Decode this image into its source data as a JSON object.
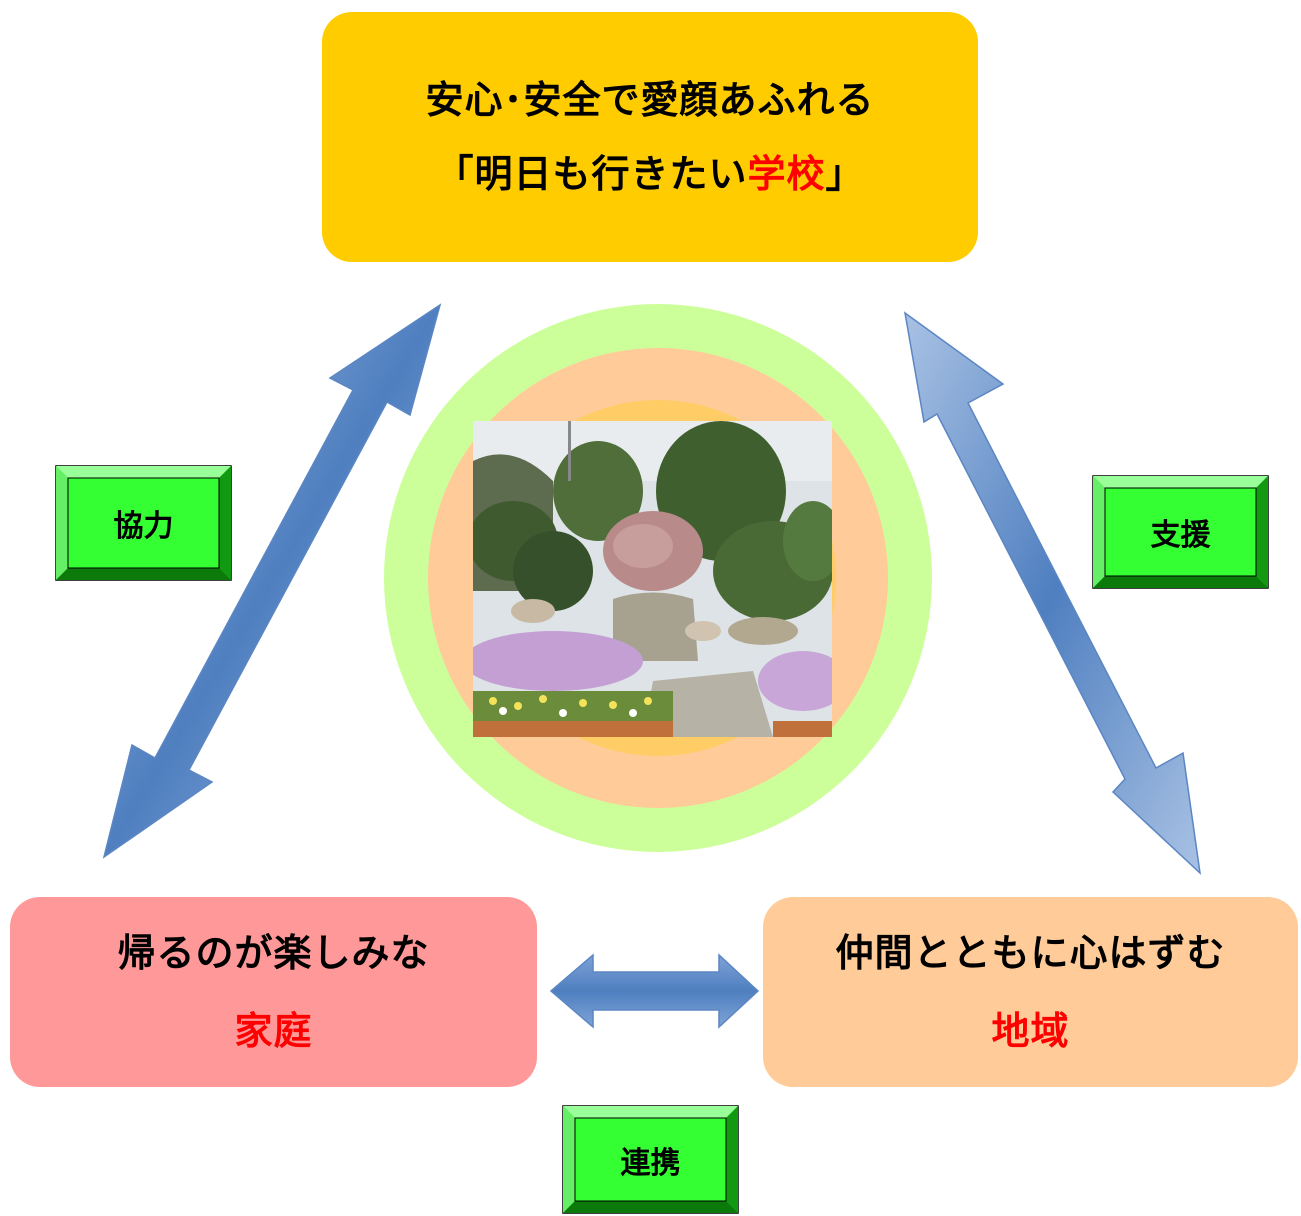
{
  "school": {
    "line1": "安心･安全で愛顔あふれる",
    "line2_prefix": "「明日も行きたい",
    "line2_accent": "学校",
    "line2_suffix": "」"
  },
  "home": {
    "line1": "帰るのが楽しみな",
    "line2": "家庭"
  },
  "area": {
    "line1": "仲間とともに心はずむ",
    "line2": "地域"
  },
  "labels": {
    "cooperation": "協力",
    "support": "支援",
    "partnership": "連携"
  },
  "colors": {
    "school_box": "#ffcc00",
    "home_box": "#ff9999",
    "area_box": "#ffcc99",
    "label_green": "#33ff33",
    "arrow_blue": "#6b93c9",
    "accent_red": "#ff0000",
    "ring_outer": "#ccff99",
    "ring_middle": "#ffcc99",
    "ring_inner": "#ffcc66"
  }
}
